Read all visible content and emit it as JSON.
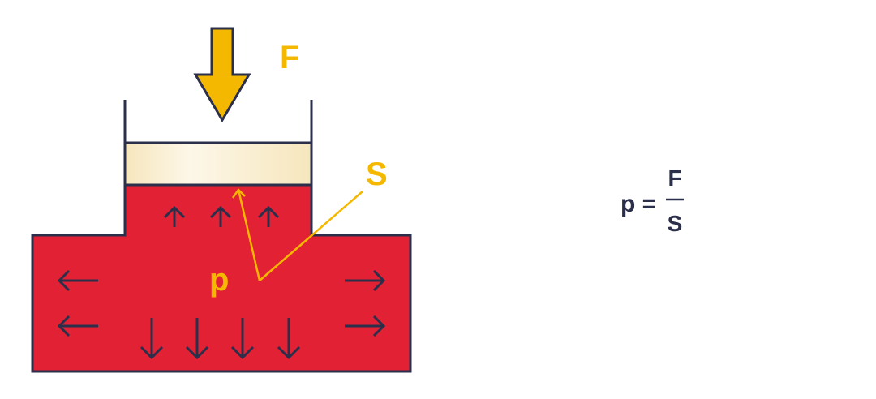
{
  "labels": {
    "force": "F",
    "area": "S",
    "pressure": "p"
  },
  "formula": {
    "lhs": "p =",
    "numerator": "F",
    "denominator": "S"
  },
  "colors": {
    "fluid": "#e32135",
    "outline": "#2b2f4a",
    "accent": "#f5b800",
    "piston": "#faefd2"
  },
  "icons": [
    "arrow-up-icon",
    "arrow-down-icon",
    "arrow-left-icon",
    "arrow-right-icon",
    "force-arrow-icon"
  ]
}
